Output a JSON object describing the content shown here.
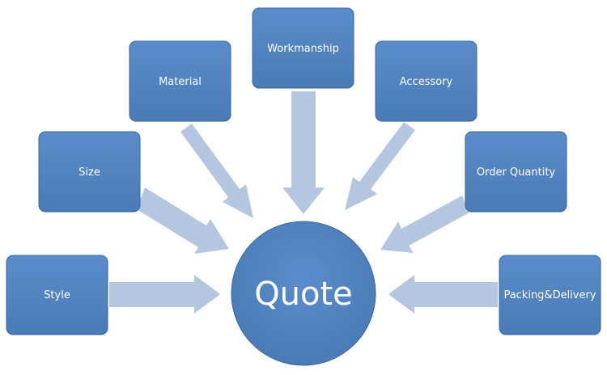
{
  "diagram": {
    "center": {
      "label": "Quote"
    },
    "nodes": [
      {
        "id": "style",
        "label": "Style"
      },
      {
        "id": "size",
        "label": "Size"
      },
      {
        "id": "material",
        "label": "Material"
      },
      {
        "id": "workmanship",
        "label": "Workmanship"
      },
      {
        "id": "accessory",
        "label": "Accessory"
      },
      {
        "id": "order-quantity",
        "label": "Order Quantity"
      },
      {
        "id": "packing-delivery",
        "label": "Packing&Delivery"
      }
    ],
    "colors": {
      "box_fill": "#4f81bd",
      "box_stroke": "#3b6799",
      "arrow_fill": "#b4c6e0",
      "center_fill": "#4f81bd",
      "text": "#ffffff"
    }
  }
}
